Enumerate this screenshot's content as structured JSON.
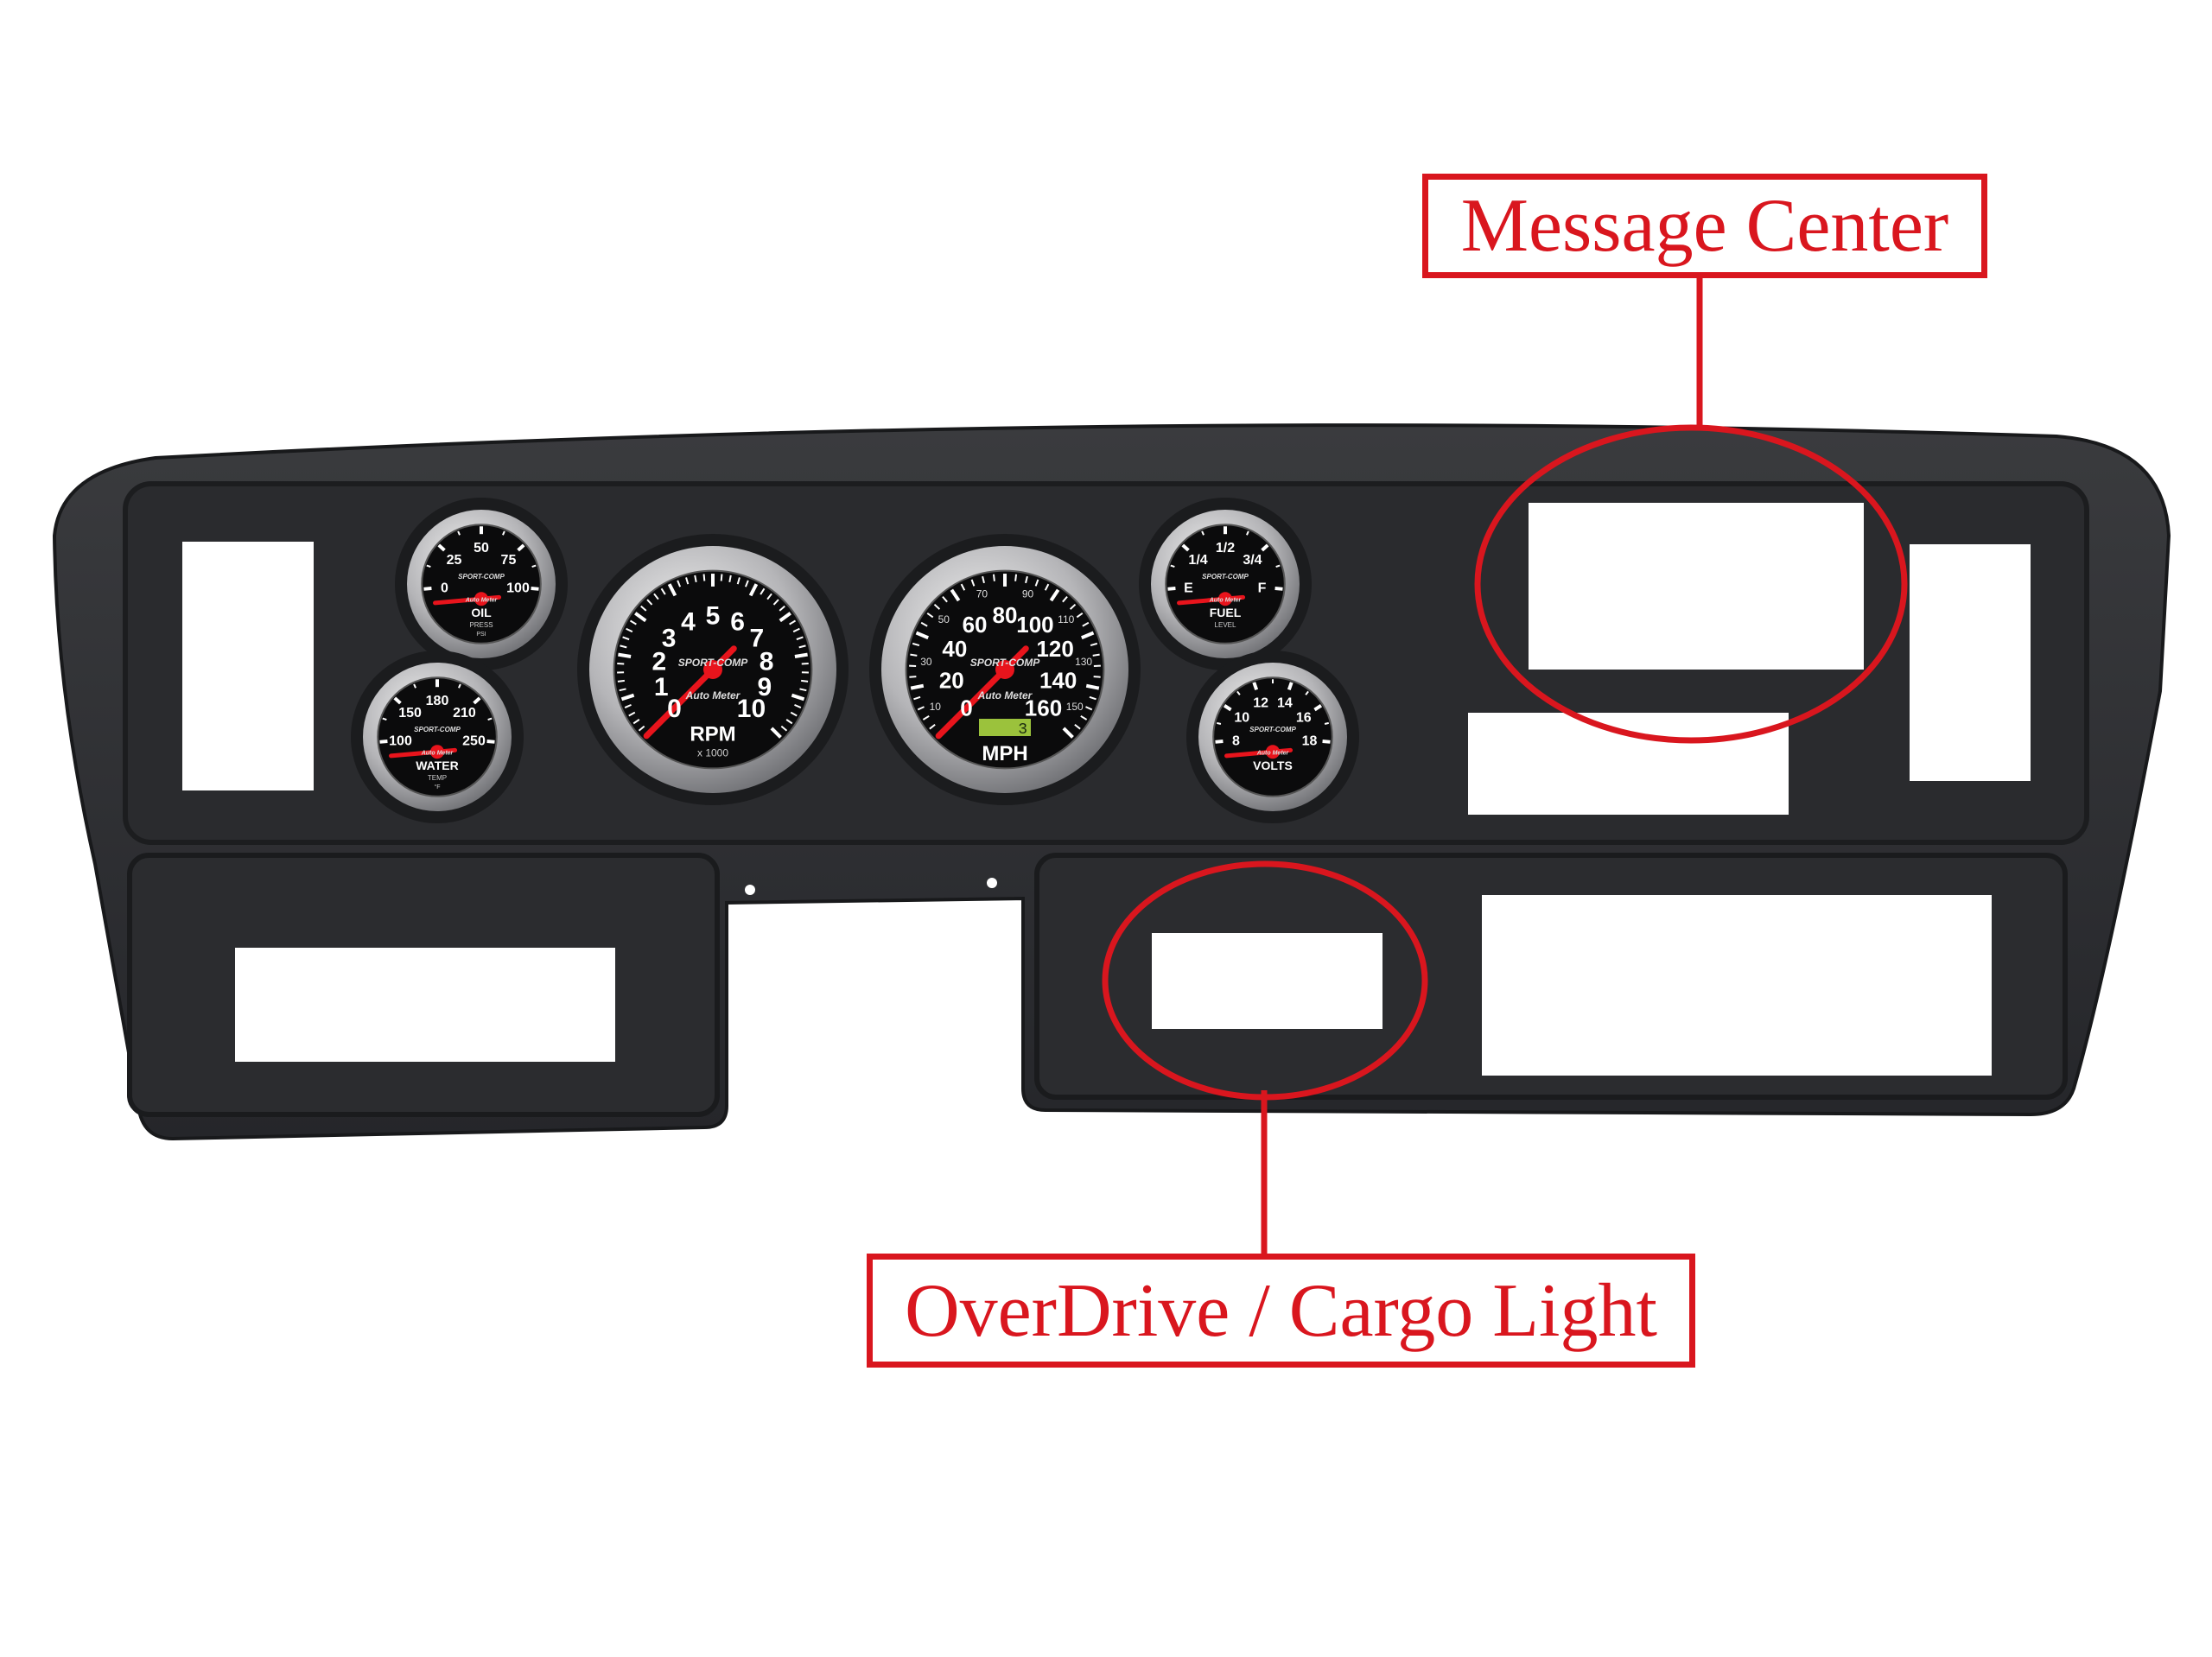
{
  "annotations": {
    "message_center": "Message Center",
    "overdrive_cargo": "OverDrive / Cargo Light"
  },
  "colors": {
    "annotation": "#d9161e",
    "panel": "#2e2f31",
    "needle": "#e8141c",
    "lcd": "#9bc23c"
  },
  "gauges": [
    {
      "id": "oil",
      "kind": "small",
      "labels": [
        "0",
        "25",
        "50",
        "75",
        "100"
      ],
      "title": "OIL",
      "subtitle": "PRESS",
      "unit": "PSI",
      "brand": "SPORT-COMP",
      "maker": "Auto Meter",
      "needle_fraction": 0
    },
    {
      "id": "water",
      "kind": "small",
      "labels": [
        "100",
        "150",
        "180",
        "210",
        "250"
      ],
      "title": "WATER",
      "subtitle": "TEMP",
      "unit": "°F",
      "brand": "SPORT-COMP",
      "maker": "Auto Meter",
      "needle_fraction": 0
    },
    {
      "id": "rpm",
      "kind": "large",
      "labels": [
        "0",
        "1",
        "2",
        "3",
        "4",
        "5",
        "6",
        "7",
        "8",
        "9",
        "10"
      ],
      "minor_labels": [],
      "title": "RPM",
      "subtitle": "x 1000",
      "brand": "SPORT-COMP",
      "maker": "Auto Meter",
      "needle_fraction": 0
    },
    {
      "id": "mph",
      "kind": "large",
      "labels": [
        "0",
        "20",
        "40",
        "60",
        "80",
        "100",
        "120",
        "140",
        "160"
      ],
      "minor_labels": [
        "10",
        "30",
        "50",
        "70",
        "90",
        "110",
        "130",
        "150"
      ],
      "title": "MPH",
      "odometer": "3",
      "brand": "SPORT-COMP",
      "maker": "Auto Meter",
      "needle_fraction": 0
    },
    {
      "id": "fuel",
      "kind": "small",
      "labels": [
        "E",
        "1/4",
        "1/2",
        "3/4",
        "F"
      ],
      "title": "FUEL",
      "subtitle": "LEVEL",
      "brand": "SPORT-COMP",
      "maker": "Auto Meter",
      "needle_fraction": 0
    },
    {
      "id": "volts",
      "kind": "small",
      "labels": [
        "8",
        "10",
        "12",
        "14",
        "16",
        "18"
      ],
      "title": "VOLTS",
      "brand": "SPORT-COMP",
      "maker": "Auto Meter",
      "needle_fraction": 0
    }
  ]
}
